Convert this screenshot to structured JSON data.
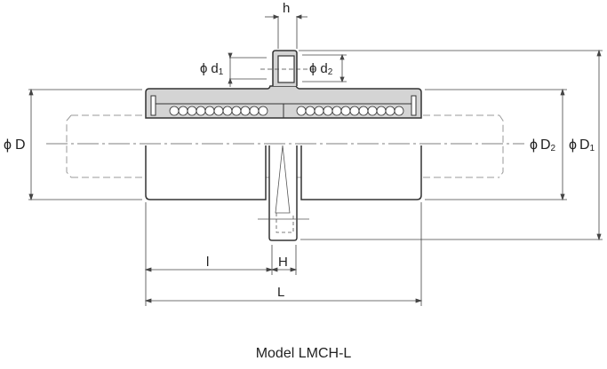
{
  "drawing": {
    "caption": "Model LMCH-L",
    "labels": {
      "h": "h",
      "d1_sym": "ϕ",
      "d1": "d",
      "d1_sub": "1",
      "d2_sym": "ϕ",
      "d2": "d",
      "d2_sub": "2",
      "D_sym": "ϕ",
      "D": "D",
      "D2_sym": "ϕ",
      "D2": "D",
      "D2_sub": "2",
      "D1_sym": "ϕ",
      "D1": "D",
      "D1_sub": "1",
      "l": "l",
      "H": "H",
      "L": "L"
    },
    "colors": {
      "line": "#333333",
      "fill": "#d4d4d4",
      "dashed": "#9a9a9a",
      "background": "#ffffff"
    }
  }
}
